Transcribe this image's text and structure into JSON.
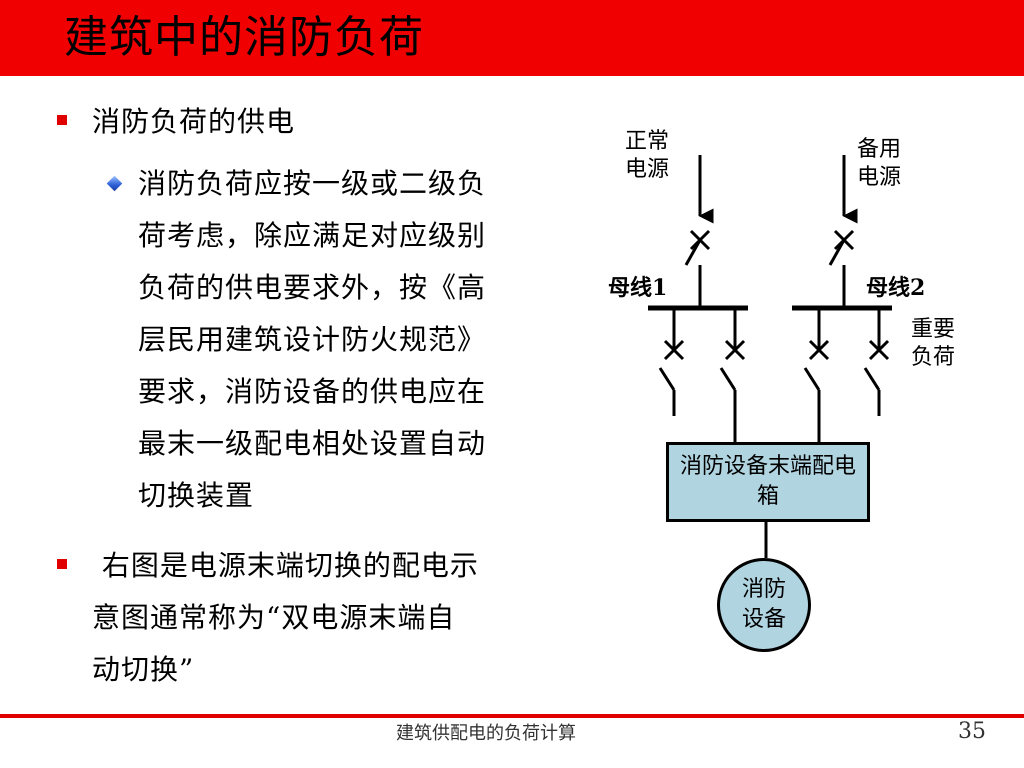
{
  "slide": {
    "title": "建筑中的消防负荷",
    "bullets": [
      {
        "level": 1,
        "lines": [
          "消防负荷的供电"
        ]
      },
      {
        "level": 2,
        "lines": [
          "消防负荷应按一级或二级负",
          "荷考虑，除应满足对应级别",
          "负荷的供电要求外，按《高",
          "层民用建筑设计防火规范》",
          "要求，消防设备的供电应在",
          "最末一级配电相处设置自动",
          "切换装置"
        ]
      },
      {
        "level": 1,
        "lines": [
          " 右图是电源末端切换的配电示",
          "意图通常称为“双电源末端自",
          "动切换”"
        ]
      }
    ]
  },
  "diagram": {
    "normal_source": "正常电源",
    "backup_source": "备用电源",
    "busbar1": "母线1",
    "busbar2": "母线2",
    "important_load": "重要负荷",
    "panel_label": "消防设备末端配电箱",
    "equipment_label": "消防设备"
  },
  "footer": {
    "text": "建筑供配电的负荷计算",
    "page_number": "35"
  },
  "colors": {
    "title_bar": "#f00000",
    "bullet_square": "#e00000",
    "footer_line": "#e00000",
    "box_fill": "#b0d4e0"
  }
}
